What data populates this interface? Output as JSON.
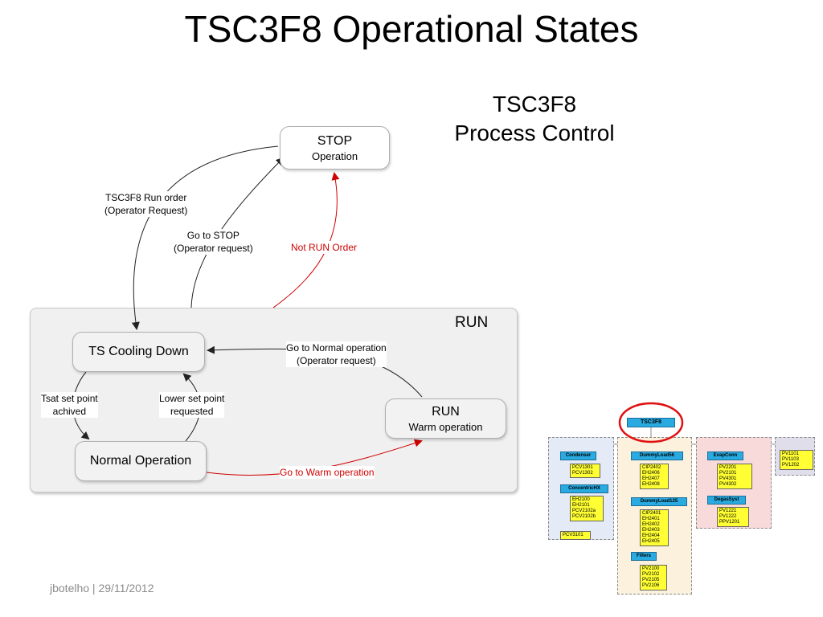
{
  "title": "TSC3F8 Operational States",
  "side_title": {
    "line1": "TSC3F8",
    "line2": "Process Control"
  },
  "run_container_label": "RUN",
  "states": {
    "stop": {
      "title": "STOP",
      "subtitle": "Operation"
    },
    "ts_cooling": {
      "title": "TS Cooling Down"
    },
    "normal": {
      "title": "Normal Operation"
    },
    "run": {
      "title": "RUN",
      "subtitle": "Warm operation"
    }
  },
  "transitions": {
    "run_order": {
      "line1": "TSC3F8 Run order",
      "line2": "(Operator Request)"
    },
    "go_stop": {
      "line1": "Go to STOP",
      "line2": "(Operator request)"
    },
    "not_run": {
      "line1": "Not RUN Order"
    },
    "go_normal": {
      "line1": "Go to Normal operation",
      "line2": "(Operator request)"
    },
    "tsat": {
      "line1": "Tsat set point",
      "line2": "achived"
    },
    "lower_sp": {
      "line1": "Lower set point",
      "line2": "requested"
    },
    "go_warm": {
      "line1": "Go to Warm operation"
    }
  },
  "colors": {
    "red": "#d00000",
    "dark": "#222222"
  },
  "footer": "jbotelho | 29/11/2012",
  "mini": {
    "root": "TSC3F8",
    "condenser": {
      "title": "Condenser",
      "items": [
        "PCV1301",
        "PCV1302"
      ]
    },
    "concentric": {
      "title": "ConcentricHX",
      "items": [
        "EH2100",
        "EH2101",
        "PCV2102a",
        "PCV2102b"
      ]
    },
    "pcv": "PCV3101",
    "dl56": {
      "title": "DummyLoad56",
      "items": [
        "CIP2402",
        "EH2406",
        "EH2407",
        "EH2408"
      ]
    },
    "dl125": {
      "title": "DummyLoad125",
      "items": [
        "CIP2401",
        "EH2401",
        "EH2402",
        "EH2403",
        "EH2404",
        "EH2405"
      ]
    },
    "filters": {
      "title": "Filters",
      "items": [
        "PV2100",
        "PV2102",
        "PV2105",
        "PV2106"
      ]
    },
    "evap": {
      "title": "EvapConn",
      "items": [
        "PV2201",
        "PV2101",
        "PV4301",
        "PV4302"
      ]
    },
    "degas": {
      "title": "DegasSyst",
      "items": [
        "PV1221",
        "PV1222",
        "PPV1201"
      ]
    },
    "right": {
      "items": [
        "PV1101",
        "PV1103",
        "PV1202"
      ]
    }
  }
}
